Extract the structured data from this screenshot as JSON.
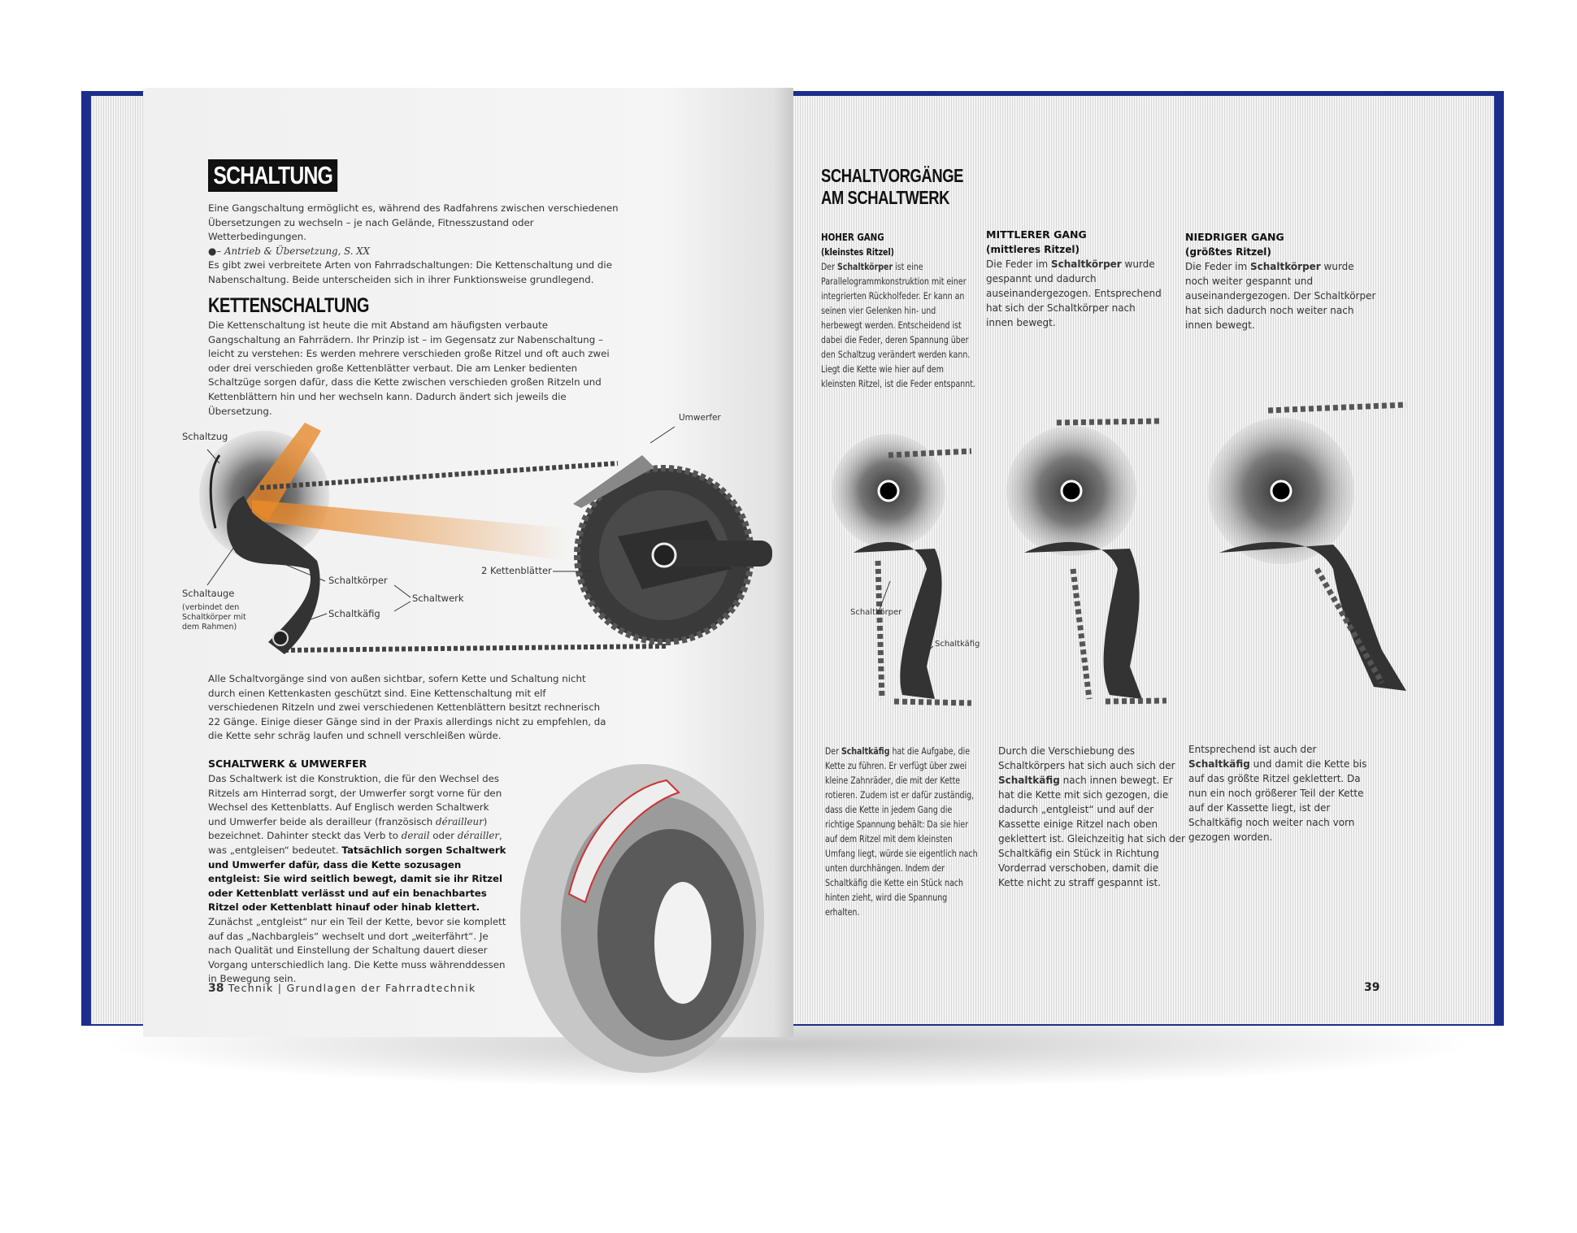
{
  "left_page": {
    "title": "SCHALTUNG",
    "intro": "Eine Gangschaltung ermöglicht es, während des Radfahrens zwischen verschiedenen Übersetzungen zu wechseln – je nach Gelände, Fitnesszustand oder Wetterbedingungen.",
    "cross_ref": "Antrieb & Übersetzung, S. XX",
    "intro2": "Es gibt zwei verbreitete Arten von Fahrradschaltungen: Die Kettenschaltung und die Nabenschaltung. Beide unterscheiden sich in ihrer Funktionsweise grundlegend.",
    "section_title": "KETTENSCHALTUNG",
    "section_body": "Die Kettenschaltung ist heute die mit Abstand am häufigsten verbaute Gangschaltung an Fahrrädern. Ihr Prinzip ist – im Gegensatz zur Nabenschaltung – leicht zu verstehen: Es werden mehrere verschieden große Ritzel und oft auch zwei oder drei verschieden große Kettenblätter verbaut. Die am Lenker bedienten Schaltzüge sorgen dafür, dass die Kette zwischen verschieden großen Ritzeln und Kettenblättern hin und her wechseln kann. Dadurch ändert sich jeweils die Übersetzung.",
    "diagram_labels": {
      "schaltzug": "Schaltzug",
      "umwerfer": "Umwerfer",
      "kettenblaetter": "2 Kettenblätter",
      "schaltauge": "Schaltauge",
      "schaltauge_note": "(verbindet den Schaltkörper mit dem Rahmen)",
      "schaltkoerper": "Schaltkörper",
      "schaltwerk": "Schaltwerk",
      "schaltkaefig": "Schaltkäfig"
    },
    "para2": "Alle Schaltvorgänge sind von außen sichtbar, sofern Kette und Schaltung nicht durch einen Kettenkasten geschützt sind. Eine Kettenschaltung mit elf verschiedenen Ritzeln und zwei verschiedenen Kettenblättern besitzt rechnerisch 22 Gänge. Einige dieser Gänge sind in der Praxis allerdings nicht zu empfehlen, da die Kette sehr schräg laufen und schnell verschleißen würde.",
    "sub_title": "SCHALTWERK & UMWERFER",
    "sub_body_1": "Das Schaltwerk ist die Konstruktion, die für den Wechsel des Ritzels am Hinterrad sorgt, der Umwerfer sorgt vorne für den Wechsel des Kettenblatts. Auf Englisch werden Schaltwerk und Umwerfer beide als derailleur (französisch ",
    "sub_it_1": "dérailleur",
    "sub_body_2": ") bezeichnet. Dahinter steckt das Verb to ",
    "sub_it_2": "derail",
    "sub_body_3": " oder ",
    "sub_it_3": "dérailler",
    "sub_body_4": ", was „entgleisen“ bedeutet. ",
    "sub_bold": "Tatsächlich sorgen Schaltwerk und Umwerfer dafür, dass die Kette sozusagen entgleist: Sie wird seitlich bewegt, damit sie ihr Ritzel oder Kettenblatt verlässt und auf ein benachbartes Ritzel oder Kettenblatt hinauf oder hinab klettert.",
    "sub_body_5": " Zunächst „entgleist“ nur ein Teil der Kette, bevor sie komplett auf das „Nachbargleis“ wechselt und dort „weiterfährt“. Je nach Qualität und Einstellung der Schaltung dauert dieser Vorgang unterschiedlich lang. Die Kette muss währenddessen in Bewegung sein.",
    "page_number": "38",
    "running_head": "Technik | Grundlagen der Fahrradtechnik"
  },
  "right_page": {
    "title_line1": "SCHALTVORGÄNGE",
    "title_line2": "AM SCHALTWERK",
    "columns": [
      {
        "heading": "HOHER GANG",
        "sub": "(kleinstes Ritzel)",
        "pre": "Der ",
        "bold": "Schaltkörper",
        "text": " ist eine Parallelogrammkonstruktion mit einer integrierten Rückholfeder. Er kann an seinen vier Gelenken hin- und herbewegt werden. Entscheidend ist dabei die Feder, deren Spannung über den Schaltzug verändert werden kann. Liegt die Kette wie hier auf dem kleinsten Ritzel, ist die Feder entspannt.",
        "bottom_pre": "Der ",
        "bottom_bold": "Schaltkäfig",
        "bottom_text": " hat die Aufgabe, die Kette zu führen. Er verfügt über zwei kleine Zahnräder, die mit der Kette rotieren. Zudem ist er dafür zuständig, dass die Kette in jedem Gang die richtige Spannung behält: Da sie hier auf dem Ritzel mit dem kleinsten Umfang liegt, würde sie eigentlich nach unten durchhängen. Indem der Schaltkäfig die Kette ein Stück nach hinten zieht, wird die Spannung erhalten."
      },
      {
        "heading": "MITTLERER GANG",
        "sub": "(mittleres Ritzel)",
        "pre": "Die Feder im ",
        "bold": "Schaltkörper",
        "text": " wurde gespannt und dadurch auseinandergezogen. Entsprechend hat sich der Schaltkörper nach innen bewegt.",
        "bottom_pre": "Durch die Verschiebung des Schaltkörpers hat sich auch sich der ",
        "bottom_bold": "Schaltkäfig",
        "bottom_text": " nach innen bewegt. Er hat die Kette mit sich gezogen, die dadurch „entgleist“ und auf der Kassette einige Ritzel nach oben geklettert ist. Gleichzeitig hat sich der Schaltkäfig ein Stück in Richtung Vorderrad verschoben, damit die Kette nicht zu straff gespannt ist."
      },
      {
        "heading": "NIEDRIGER GANG",
        "sub": "(größtes Ritzel)",
        "pre": "Die Feder im ",
        "bold": "Schaltkörper",
        "text": " wurde noch weiter gespannt und auseinandergezogen. Der Schaltkörper hat sich dadurch noch weiter nach innen bewegt.",
        "bottom_pre": "Entsprechend ist auch der ",
        "bottom_bold": "Schaltkäfig",
        "bottom_text": " und damit die Kette bis auf das größte Ritzel geklettert. Da nun ein noch größerer Teil der Kette auf der Kassette liegt, ist der Schaltkäfig noch weiter nach vorn gezogen worden."
      }
    ],
    "diagram_labels": {
      "schaltkoerper": "Schaltkörper",
      "schaltkaefig": "Schaltkäfig"
    },
    "page_number": "39"
  },
  "colors": {
    "cover": "#1d2d8c",
    "accent_orange": "#e8892c"
  }
}
